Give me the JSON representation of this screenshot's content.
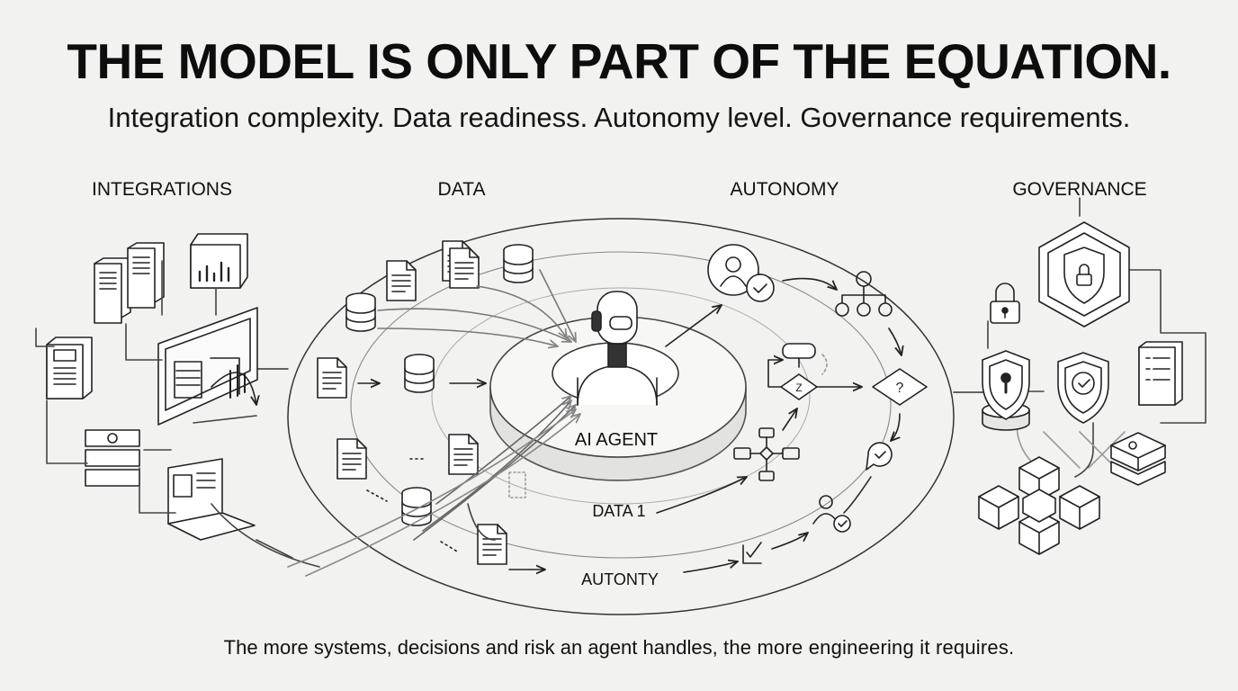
{
  "header": {
    "title": "THE MODEL IS ONLY PART OF THE EQUATION.",
    "subtitle": "Integration complexity. Data readiness. Autonomy level. Governance requirements."
  },
  "columns": {
    "integrations": "INTEGRATIONS",
    "data": "DATA",
    "autonomy": "AUTONOMY",
    "governance": "GOVERNANCE"
  },
  "center": {
    "agent_label": "AI AGENT",
    "ring_data_label": "DATA 1",
    "ring_autonomy_label": "AUTONTY"
  },
  "footer": {
    "text_part1": "The more systems, decisions and risk an agent handles,",
    "text_part2": " the more engineering it requires."
  },
  "icons": [
    "server-icon",
    "monitor-dashboard-icon",
    "chart-icon",
    "server-stack-icon",
    "laptop-icon",
    "database-icon",
    "document-icon",
    "robot-icon",
    "user-check-icon",
    "hierarchy-icon",
    "decision-diamond-icon",
    "flowchart-icon",
    "shield-lock-icon",
    "padlock-icon",
    "checklist-icon",
    "cubes-icon"
  ]
}
